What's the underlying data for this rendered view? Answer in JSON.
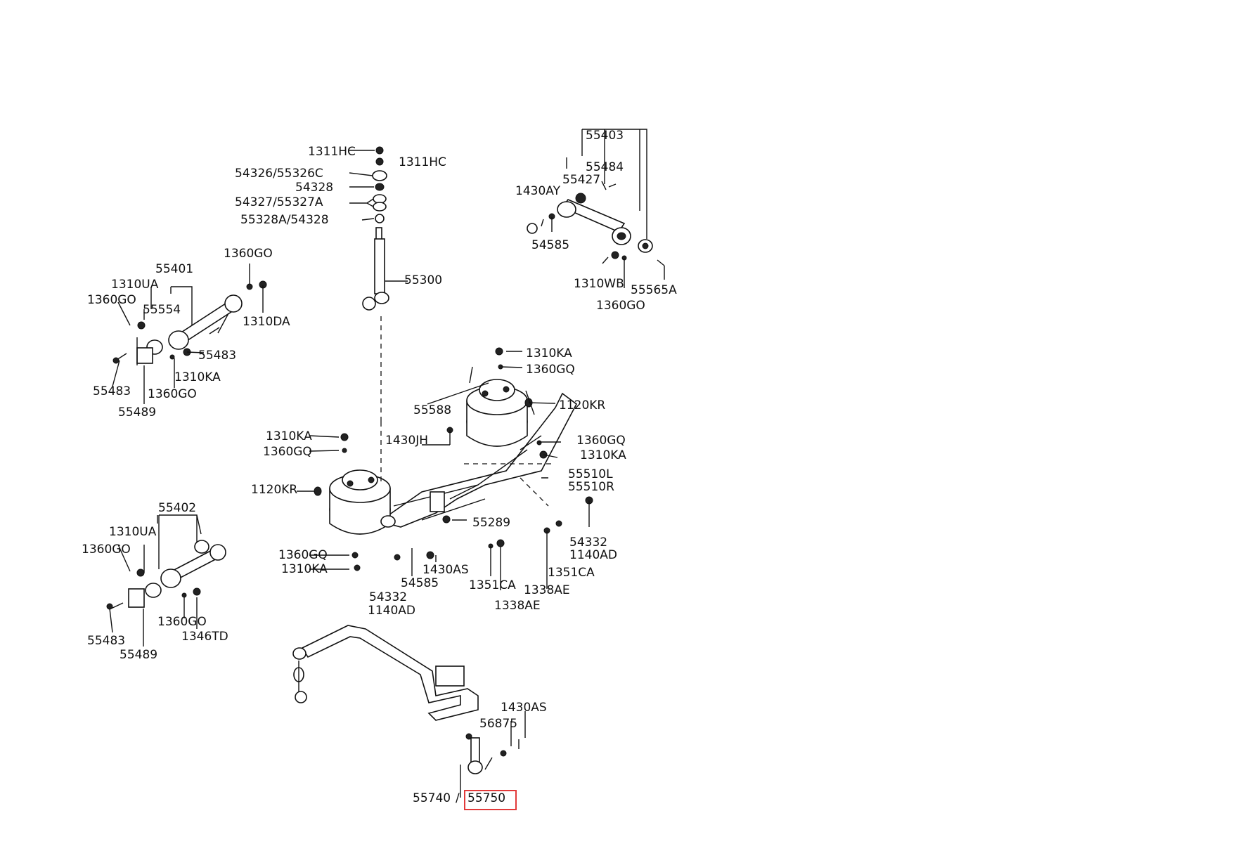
{
  "highlight_color": "#e23a3a",
  "labels": {
    "p55403": "55403",
    "p1311hc_a": "1311HC",
    "p1311hc_b": "1311HC",
    "p54326": "54326/55326C",
    "p54328": "54328",
    "p54327": "54327/55327A",
    "p55328a": "55328A/54328",
    "p55484": "55484",
    "p55427": "55427",
    "p1430ay": "1430AY",
    "p54585_top": "54585",
    "p1310wb": "1310WB",
    "p55565a": "55565A",
    "p1360go_tr": "1360GO",
    "p1360go_tl": "1360GO",
    "p55401": "55401",
    "p1310ua_a": "1310UA",
    "p1360go_la": "1360GO",
    "p55554": "55554",
    "p1310da": "1310DA",
    "p55300": "55300",
    "p55483_a": "55483",
    "p55483_b": "55483",
    "p1310ka_l": "1310KA",
    "p1360go_lb": "1360GO",
    "p55489_a": "55489",
    "p1310ka_t": "1310KA",
    "p1360gq_t": "1360GQ",
    "p1120kr_r": "1120KR",
    "p55588": "55588",
    "p1430jh": "1430JH",
    "p1310ka_m": "1310KA",
    "p1360gq_m": "1360GQ",
    "p1360gq_r": "1360GQ",
    "p1310ka_r": "1310KA",
    "p1120kr_l": "1120KR",
    "p55510l": "55510L",
    "p55510r": "55510R",
    "p55402": "55402",
    "p55289": "55289",
    "p54332_r": "54332",
    "p1140ad_r": "1140AD",
    "p1310ua_b": "1310UA",
    "p1360go_lc": "1360GO",
    "p1360gq_b": "1360GQ",
    "p1310ka_b": "1310KA",
    "p1430as_m": "1430AS",
    "p54585_m": "54585",
    "p1351ca_a": "1351CA",
    "p1351ca_b": "1351CA",
    "p1338ae_a": "1338AE",
    "p1338ae_b": "1338AE",
    "p54332_b": "54332",
    "p1140ad_b": "1140AD",
    "p1360go_ld": "1360GO",
    "p1346td": "1346TD",
    "p55483_c": "55483",
    "p55489_b": "55489",
    "p1430as_b": "1430AS",
    "p56875": "56875",
    "p55740": "55740",
    "slash": "/",
    "p55750": "55750"
  }
}
